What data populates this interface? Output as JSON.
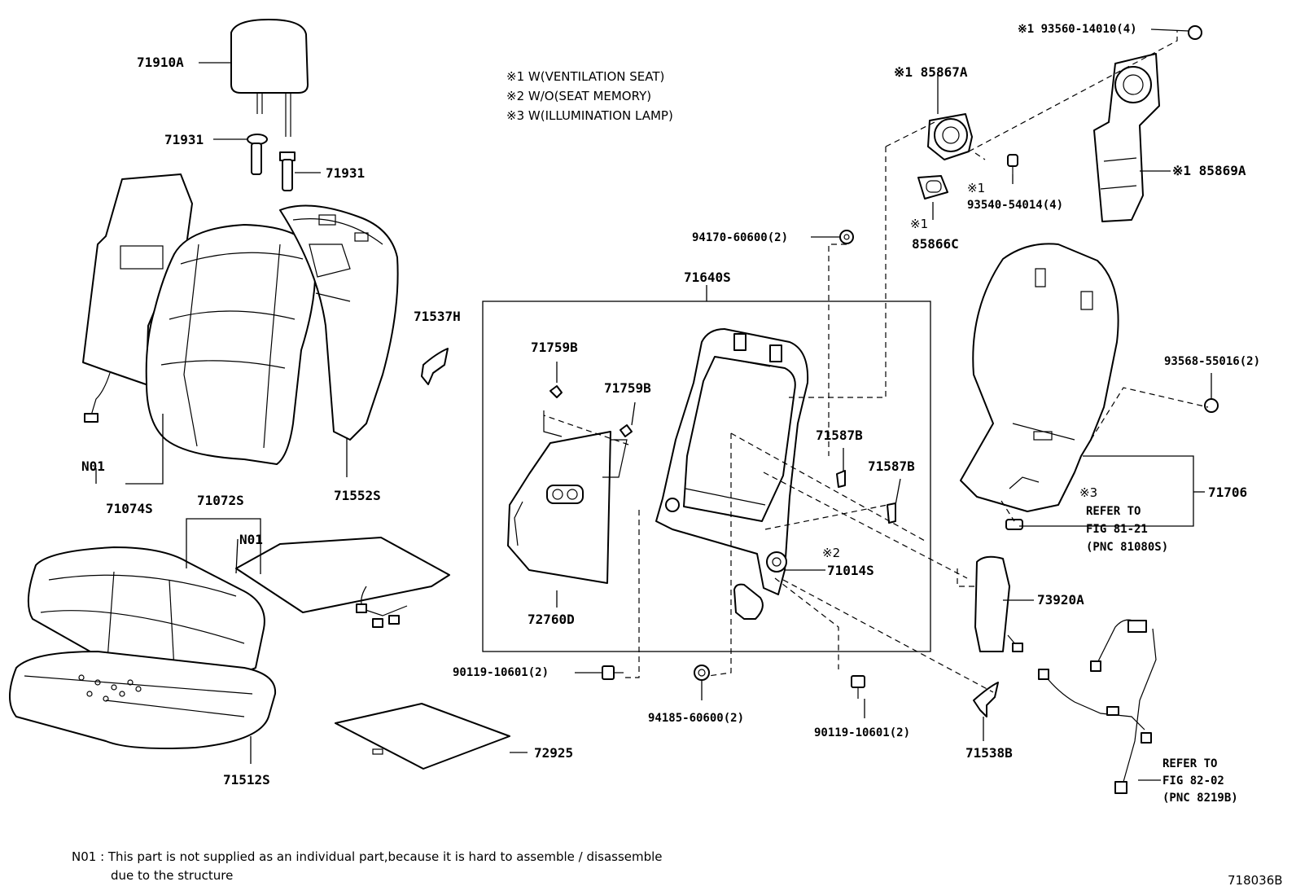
{
  "legend": {
    "l1": "※1  W(VENTILATION  SEAT)",
    "l2": "※2  W/O(SEAT MEMORY)",
    "l3": "※3  W(ILLUMINATION  LAMP)"
  },
  "labels": {
    "p71910A": "71910A",
    "p71931a": "71931",
    "p71931b": "71931",
    "p71074S": "71074S",
    "pN01a": "N01",
    "p71072S": "71072S",
    "pN01b": "N01",
    "p71552S": "71552S",
    "p71537H": "71537H",
    "p71512S": "71512S",
    "p72925": "72925",
    "p71640S": "71640S",
    "p71759Ba": "71759B",
    "p71759Bb": "71759B",
    "p72760D": "72760D",
    "p71587Ba": "71587B",
    "p71587Bb": "71587B",
    "p71014S_mark": "※2",
    "p71014S": "71014S",
    "p90119a": "90119-10601(2)",
    "p94185": "94185-60600(2)",
    "p90119b": "90119-10601(2)",
    "p94170": "94170-60600(2)",
    "p85867A": "※1 85867A",
    "p93560": "※1 93560-14010(4)",
    "p85869A": "※1 85869A",
    "p93540_mark": "※1",
    "p93540": "93540-54014(4)",
    "p85866C_mark": "※1",
    "p85866C": "85866C",
    "p93568": "93568-55016(2)",
    "p71706": "71706",
    "refer1_mark": "※3",
    "refer1_a": "REFER TO",
    "refer1_b": "FIG 81-21",
    "refer1_c": "(PNC 81080S)",
    "p73920A": "73920A",
    "p71538B": "71538B",
    "refer2_a": "REFER TO",
    "refer2_b": "FIG 82-02",
    "refer2_c": "(PNC 8219B)"
  },
  "footnote": {
    "line1": "N01 : This part is not supplied as an individual part,because it is hard to assemble / disassemble",
    "line2": "due to the structure"
  },
  "figure_id": "718036B"
}
